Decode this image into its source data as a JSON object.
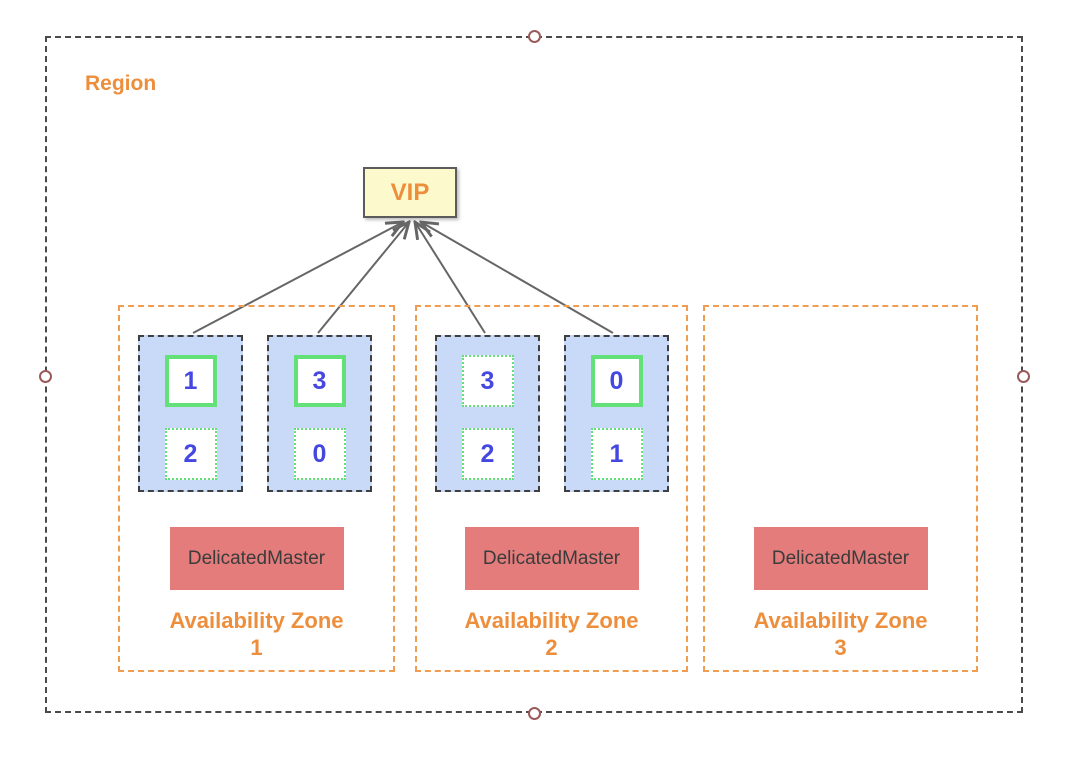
{
  "region": {
    "label": "Region"
  },
  "vip": {
    "label": "VIP"
  },
  "zones": [
    {
      "label_line1": "Availability Zone",
      "label_line2": "1",
      "master_label": "DelicatedMaster",
      "nodes": [
        {
          "shards": [
            {
              "value": "1",
              "border": "solid"
            },
            {
              "value": "2",
              "border": "dotted"
            }
          ]
        },
        {
          "shards": [
            {
              "value": "3",
              "border": "solid"
            },
            {
              "value": "0",
              "border": "dotted"
            }
          ]
        }
      ]
    },
    {
      "label_line1": "Availability Zone",
      "label_line2": "2",
      "master_label": "DelicatedMaster",
      "nodes": [
        {
          "shards": [
            {
              "value": "3",
              "border": "dotted"
            },
            {
              "value": "2",
              "border": "dotted"
            }
          ]
        },
        {
          "shards": [
            {
              "value": "0",
              "border": "solid"
            },
            {
              "value": "1",
              "border": "dotted"
            }
          ]
        }
      ]
    },
    {
      "label_line1": "Availability Zone",
      "label_line2": "3",
      "master_label": "DelicatedMaster",
      "nodes": []
    }
  ],
  "colors": {
    "orange_text": "#ed8e3d",
    "orange_zone_border": "#f09d52",
    "node_fill_blue": "#c9daf8",
    "shard_green": "#63e077",
    "number_blue": "#4447e0",
    "master_red": "#e47c7c",
    "vip_yellow": "#fcf9cd",
    "connector_gray": "#666666"
  }
}
